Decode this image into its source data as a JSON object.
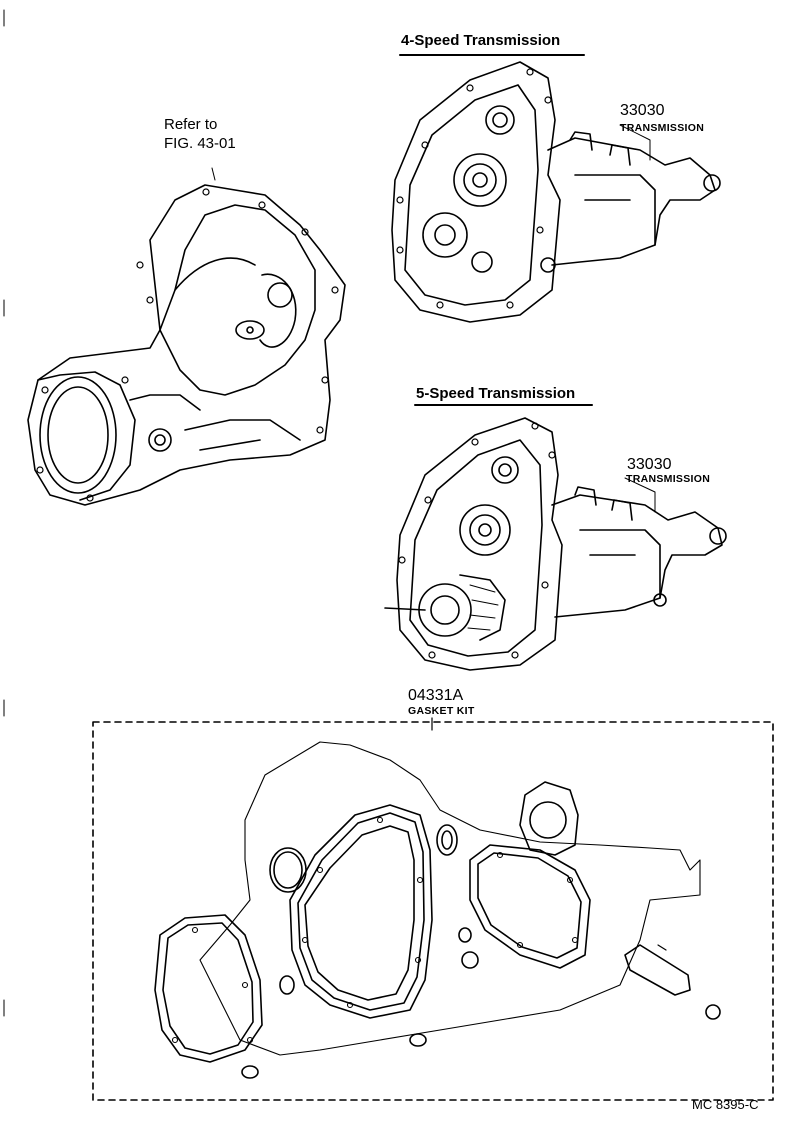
{
  "labels": {
    "refer_line1": "Refer to",
    "refer_line2": "FIG. 43-01",
    "four_speed_title": "4-Speed Transmission",
    "five_speed_title": "5-Speed Transmission",
    "part4_number": "33030",
    "part4_name": "TRANSMISSION",
    "part5_number": "33030",
    "part5_name": "TRANSMISSION",
    "gasket_number": "04331A",
    "gasket_name": "GASKET KIT",
    "figure_code": "MC 8395-C"
  }
}
